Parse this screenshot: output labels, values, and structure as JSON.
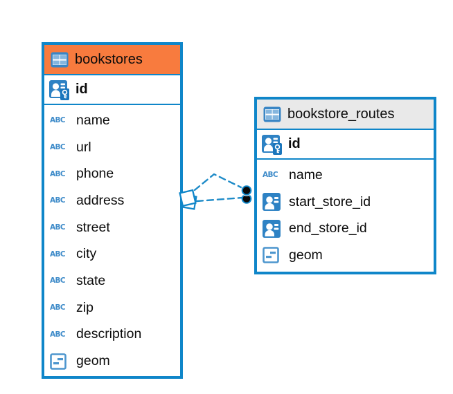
{
  "icons": {
    "text_type_label": "ABC"
  },
  "colors": {
    "table_border": "#0F86C9",
    "bookstores_header_fill": "#F87B3E",
    "routes_header_fill": "#E9E9E9",
    "relationship_line": "#1E8BC8",
    "type_icon_blue": "#2E82C4",
    "endpoint_dot": "#0A0A0A"
  },
  "tables": [
    {
      "name": "bookstores",
      "primary_key": "id",
      "columns": [
        {
          "name": "name",
          "type": "text"
        },
        {
          "name": "url",
          "type": "text"
        },
        {
          "name": "phone",
          "type": "text"
        },
        {
          "name": "address",
          "type": "text"
        },
        {
          "name": "street",
          "type": "text"
        },
        {
          "name": "city",
          "type": "text"
        },
        {
          "name": "state",
          "type": "text"
        },
        {
          "name": "zip",
          "type": "text"
        },
        {
          "name": "description",
          "type": "text"
        },
        {
          "name": "geom",
          "type": "geometry"
        }
      ]
    },
    {
      "name": "bookstore_routes",
      "primary_key": "id",
      "columns": [
        {
          "name": "name",
          "type": "text"
        },
        {
          "name": "start_store_id",
          "type": "reference"
        },
        {
          "name": "end_store_id",
          "type": "reference"
        },
        {
          "name": "geom",
          "type": "geometry"
        }
      ]
    }
  ],
  "relationship": {
    "from_table": "bookstores",
    "to_table": "bookstore_routes",
    "line_style": "dashed"
  }
}
